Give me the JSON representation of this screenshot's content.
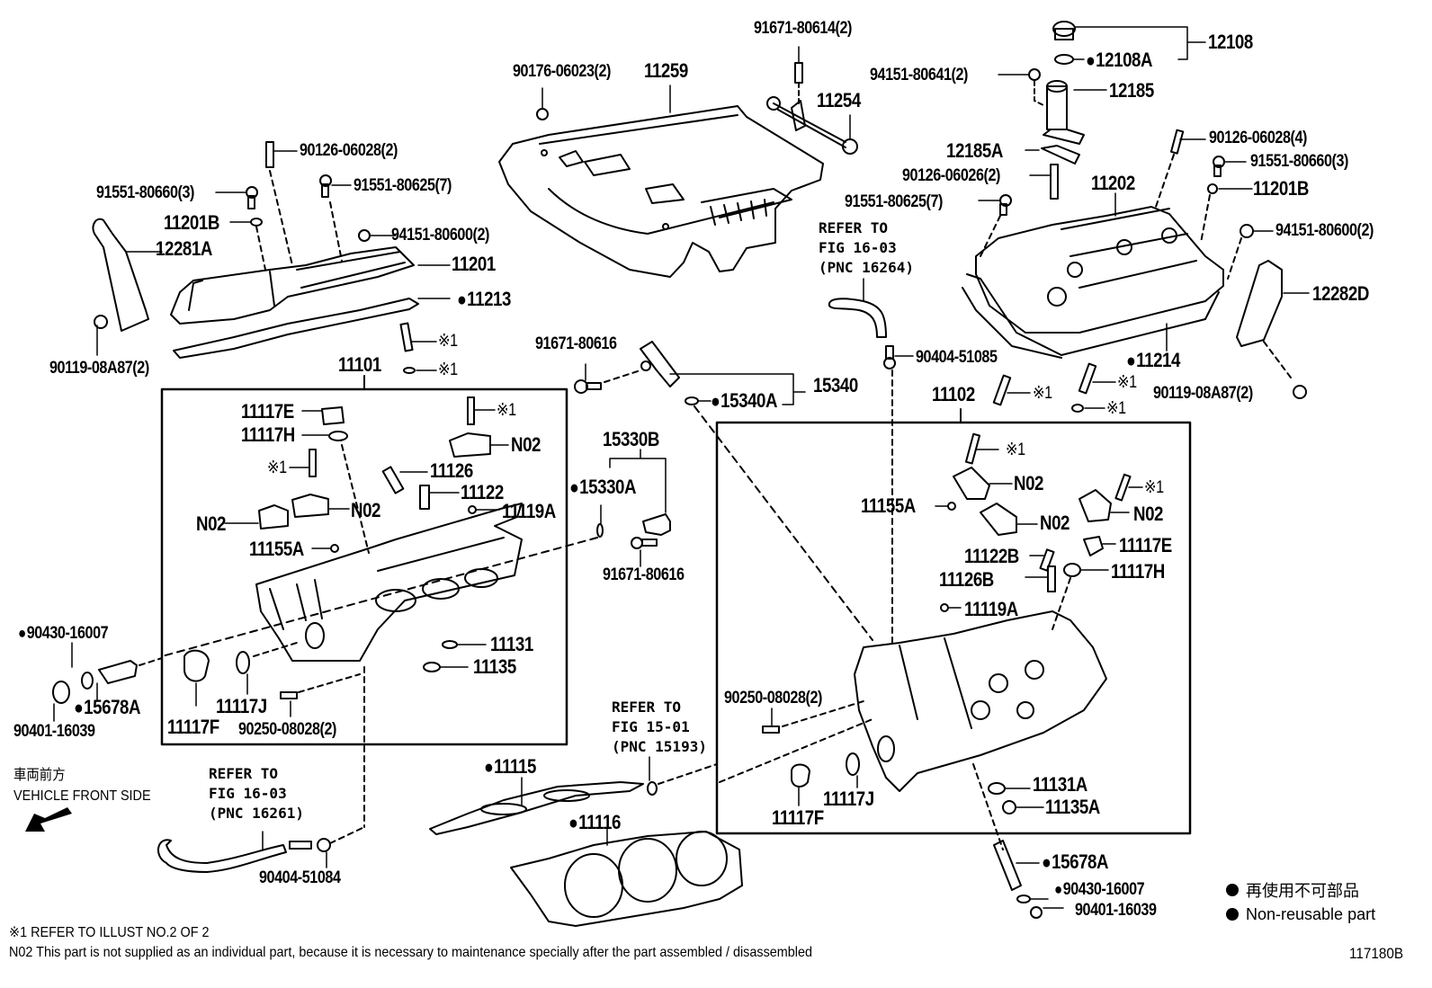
{
  "diagram": {
    "figure_id": "117180B",
    "parts": {
      "p90176_06023": "90176-06023(2)",
      "p11259": "11259",
      "p91671_80614": "91671-80614(2)",
      "p11254": "11254",
      "p12108": "12108",
      "p12108A": "12108A",
      "p94151_80641": "94151-80641(2)",
      "p12185": "12185",
      "p12185A": "12185A",
      "p90126_06026": "90126-06026(2)",
      "p90126_06028_4": "90126-06028(4)",
      "p91551_80660_r": "91551-80660(3)",
      "p11201B_r": "11201B",
      "p11202": "11202",
      "p91551_80625_r": "91551-80625(7)",
      "p94151_80600_r": "94151-80600(2)",
      "p12282D": "12282D",
      "p11214": "11214",
      "p90119_08A87_r": "90119-08A87(2)",
      "p90404_51085": "90404-51085",
      "p90126_06028_2": "90126-06028(2)",
      "p91551_80660_l": "91551-80660(3)",
      "p91551_80625_l": "91551-80625(7)",
      "p11201B_l": "11201B",
      "p94151_80600_l": "94151-80600(2)",
      "p12281A": "12281A",
      "p11201": "11201",
      "p11213": "11213",
      "p90119_08A87_l": "90119-08A87(2)",
      "p11101": "11101",
      "ref1_a": "※1",
      "ref1_b": "※1",
      "p11117E_l": "11117E",
      "p11117H_l": "11117H",
      "ref1_c": "※1",
      "ref1_d": "※1",
      "n02_a": "N02",
      "n02_b": "N02",
      "n02_c": "N02",
      "p11126": "11126",
      "p11122": "11122",
      "p11119A_l": "11119A",
      "p11155A_l": "11155A",
      "p91671_80616_a": "91671-80616",
      "p15340": "15340",
      "p15340A": "15340A",
      "p15330B": "15330B",
      "p15330A": "15330A",
      "p91671_80616_b": "91671-80616",
      "p90430_16007_l": "90430-16007",
      "p15678A_l": "15678A",
      "p90401_16039_l": "90401-16039",
      "p11117F_l": "11117F",
      "p11117J_l": "11117J",
      "p90250_08028_l": "90250-08028(2)",
      "p11131": "11131",
      "p11135": "11135",
      "p11102": "11102",
      "ref1_e": "※1",
      "ref1_f": "※1",
      "ref1_g": "※1",
      "ref1_h": "※1",
      "ref1_i": "※1",
      "n02_d": "N02",
      "n02_e": "N02",
      "n02_f": "N02",
      "p11155A_r": "11155A",
      "p11117E_r": "11117E",
      "p11122B": "11122B",
      "p11117H_r": "11117H",
      "p11126B": "11126B",
      "p11119A_r": "11119A",
      "p90250_08028_r": "90250-08028(2)",
      "p11117F_r": "11117F",
      "p11117J_r": "11117J",
      "p11131A": "11131A",
      "p11135A": "11135A",
      "p15678A_r": "15678A",
      "p90430_16007_r": "90430-16007",
      "p90401_16039_r": "90401-16039",
      "p11115": "11115",
      "p11116": "11116",
      "p90404_51084": "90404-51084"
    },
    "refer_notes": {
      "fig16_03_pnc16264": "REFER TO\nFIG 16-03\n(PNC 16264)",
      "fig15_01_pnc15193": "REFER TO\nFIG 15-01\n(PNC 15193)",
      "fig16_03_pnc16261": "REFER TO\nFIG 16-03\n(PNC 16261)"
    },
    "direction": {
      "jp": "車両前方",
      "en": "VEHICLE FRONT SIDE"
    },
    "footnotes": {
      "ref1": "※1 REFER TO ILLUST NO.2 OF 2",
      "n02": "N02 This part is not supplied as an individual part, because it is necessary to maintenance specially after the part assembled / disassembled"
    },
    "legend": {
      "jp": "再使用不可部品",
      "en": "Non-reusable part"
    }
  }
}
